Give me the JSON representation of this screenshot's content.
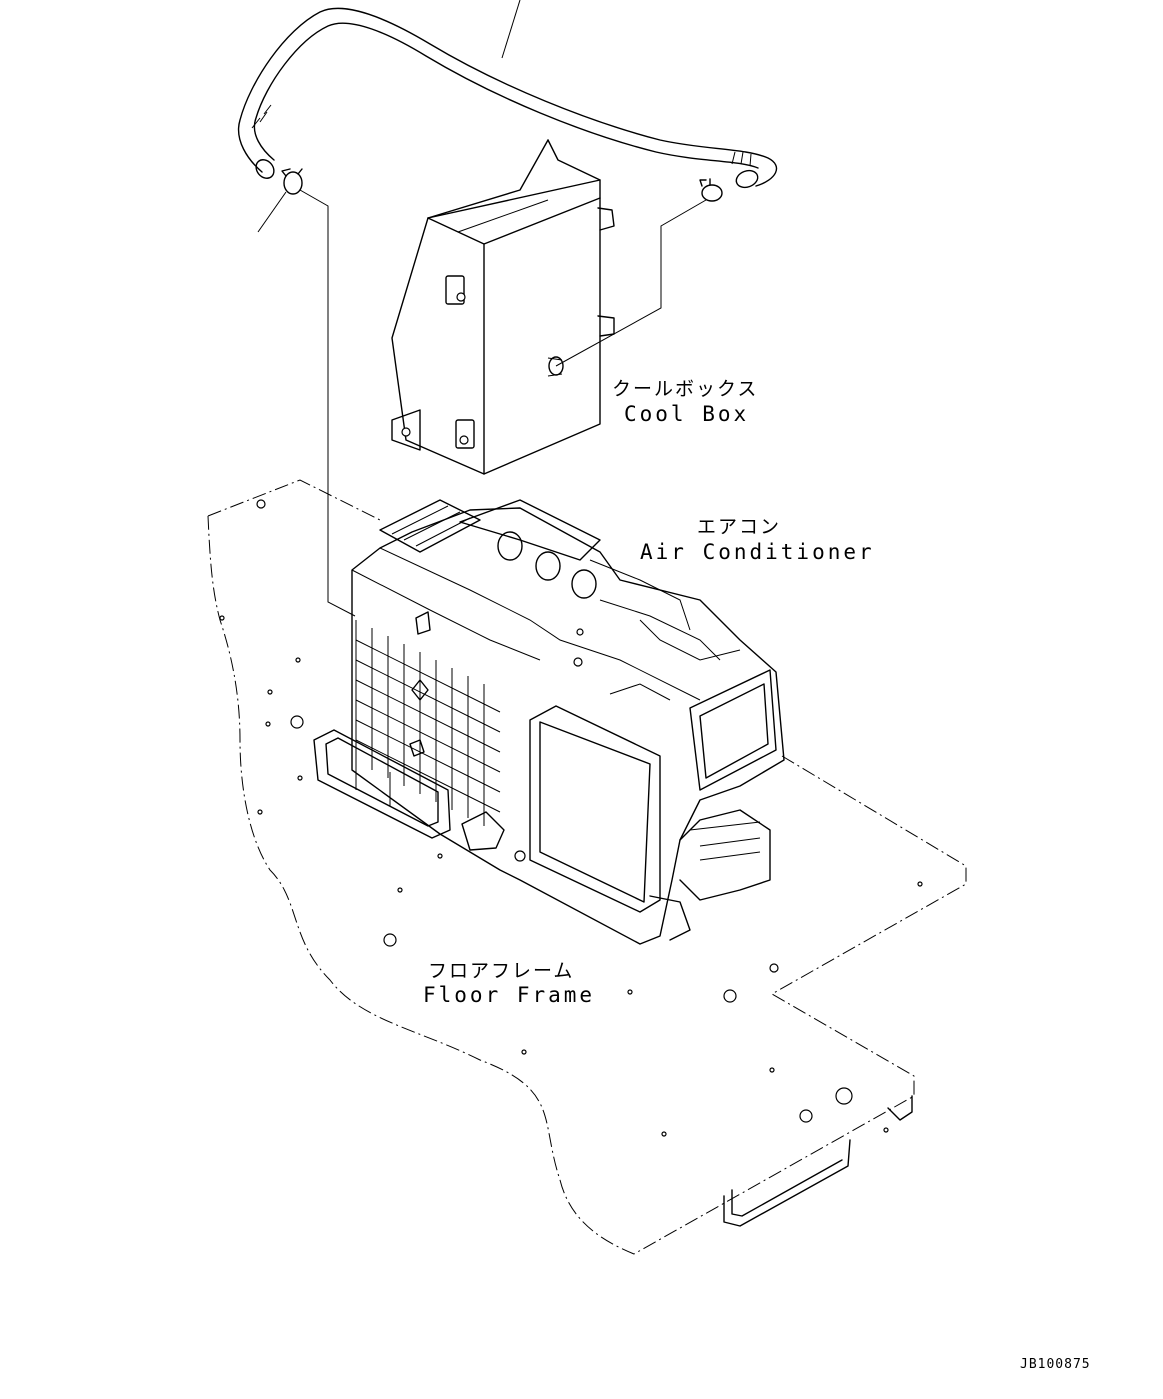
{
  "labels": {
    "cool_box_jp": "クールボックス",
    "cool_box_en": "Cool Box",
    "air_conditioner_jp": "エアコン",
    "air_conditioner_en": "Air Conditioner",
    "floor_frame_jp": "フロアフレーム",
    "floor_frame_en": "Floor Frame"
  },
  "drawing_code": "JB100875"
}
